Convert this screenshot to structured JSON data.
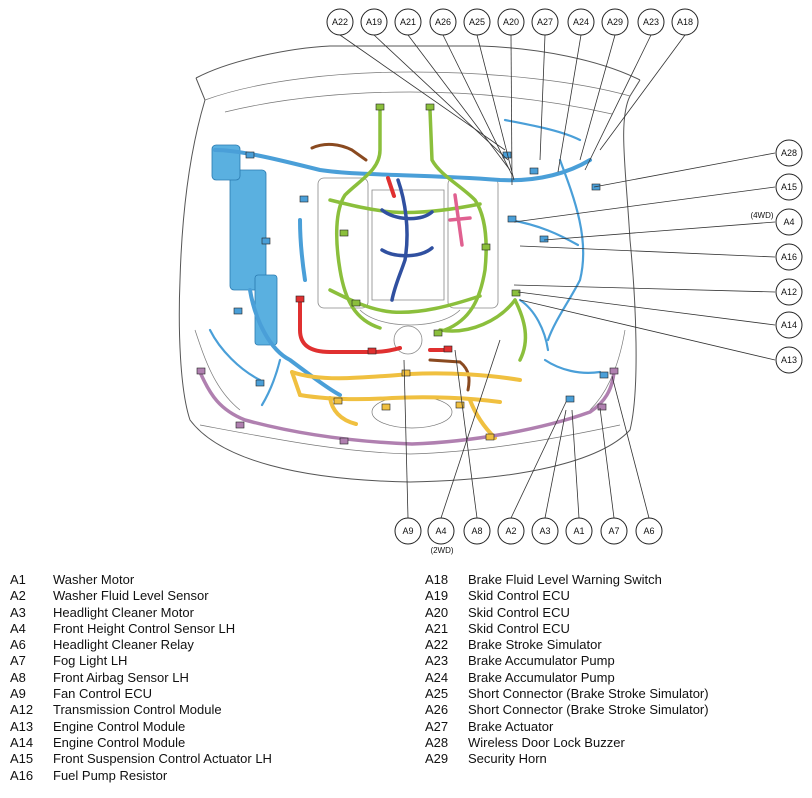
{
  "diagram": {
    "callouts_top": [
      "A22",
      "A19",
      "A21",
      "A26",
      "A25",
      "A20",
      "A27",
      "A24",
      "A29",
      "A23",
      "A18"
    ],
    "callouts_right": [
      "A28",
      "A15",
      "A4",
      "A16",
      "A12",
      "A14",
      "A13"
    ],
    "callouts_bottom": [
      "A9",
      "A4",
      "A8",
      "A2",
      "A3",
      "A1",
      "A7",
      "A6"
    ],
    "note_4wd": "(4WD)",
    "note_2wd": "(2WD)"
  },
  "legend": {
    "left": [
      {
        "code": "A1",
        "desc": "Washer Motor"
      },
      {
        "code": "A2",
        "desc": "Washer Fluid Level Sensor"
      },
      {
        "code": "A3",
        "desc": "Headlight Cleaner Motor"
      },
      {
        "code": "A4",
        "desc": "Front Height Control Sensor LH"
      },
      {
        "code": "A6",
        "desc": "Headlight Cleaner Relay"
      },
      {
        "code": "A7",
        "desc": "Fog Light LH"
      },
      {
        "code": "A8",
        "desc": "Front Airbag Sensor LH"
      },
      {
        "code": "A9",
        "desc": "Fan Control ECU"
      },
      {
        "code": "A12",
        "desc": "Transmission Control Module"
      },
      {
        "code": "A13",
        "desc": "Engine Control Module"
      },
      {
        "code": "A14",
        "desc": "Engine Control Module"
      },
      {
        "code": "A15",
        "desc": "Front Suspension Control Actuator LH"
      },
      {
        "code": "A16",
        "desc": "Fuel Pump Resistor"
      }
    ],
    "right": [
      {
        "code": "A18",
        "desc": "Brake Fluid Level Warning Switch"
      },
      {
        "code": "A19",
        "desc": "Skid Control ECU"
      },
      {
        "code": "A20",
        "desc": "Skid Control ECU"
      },
      {
        "code": "A21",
        "desc": "Skid Control ECU"
      },
      {
        "code": "A22",
        "desc": "Brake Stroke Simulator"
      },
      {
        "code": "A23",
        "desc": "Brake Accumulator Pump"
      },
      {
        "code": "A24",
        "desc": "Brake Accumulator Pump"
      },
      {
        "code": "A25",
        "desc": "Short Connector (Brake Stroke Simulator)"
      },
      {
        "code": "A26",
        "desc": "Short Connector (Brake Stroke Simulator)"
      },
      {
        "code": "A27",
        "desc": "Brake Actuator"
      },
      {
        "code": "A28",
        "desc": "Wireless Door Lock Buzzer"
      },
      {
        "code": "A29",
        "desc": "Security Horn"
      }
    ]
  }
}
